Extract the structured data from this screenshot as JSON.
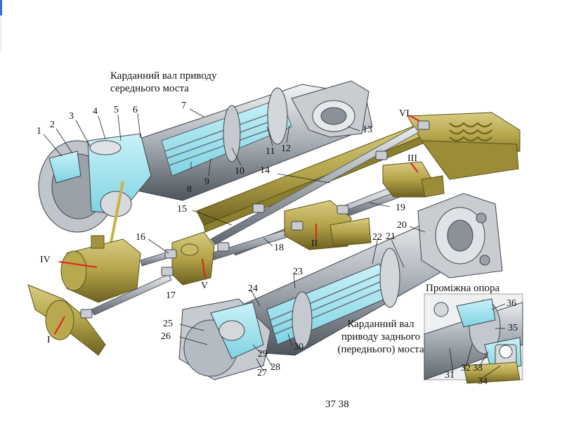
{
  "title_middle_axle": [
    "Карданний вал приводу",
    "середнього моста"
  ],
  "title_rear_axle": [
    "Карданний вал",
    "приводу заднього",
    "(переднього) моста"
  ],
  "title_support": "Проміжна опора",
  "callouts": [
    "1",
    "2",
    "3",
    "4",
    "5",
    "6",
    "7",
    "8",
    "9",
    "10",
    "11",
    "12",
    "13",
    "14",
    "15",
    "16",
    "17",
    "18",
    "19",
    "20",
    "21",
    "22",
    "23",
    "24",
    "25",
    "26",
    "27",
    "28",
    "29",
    "30",
    "31",
    "32",
    "33",
    "34",
    "35",
    "36"
  ],
  "roman_labels": [
    "I",
    "II",
    "III",
    "IV",
    "V",
    "VI"
  ],
  "footer": "37 38",
  "colors": {
    "metal": "#b7bcc3",
    "metal_dark": "#6e7680",
    "cutaway": "#9fe4f0",
    "olive": "#b3a34a",
    "olive_dark": "#7c6f24",
    "red": "#e0201c"
  }
}
